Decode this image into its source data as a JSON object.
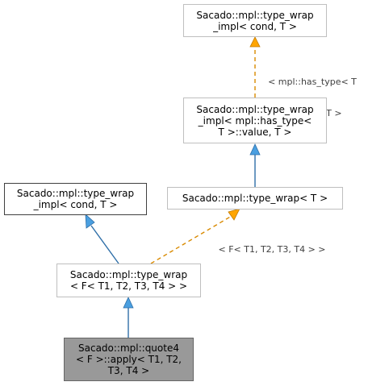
{
  "nodes": {
    "type_wrap_impl_top": [
      "Sacado::mpl::type_wrap",
      "_impl< cond, T >"
    ],
    "type_wrap_impl_hastype": [
      "Sacado::mpl::type_wrap",
      "_impl< mpl::has_type<",
      "T >::value, T >"
    ],
    "type_wrap_impl_left": [
      "Sacado::mpl::type_wrap",
      "_impl< cond, T >"
    ],
    "type_wrap_T": [
      "Sacado::mpl::type_wrap< T >"
    ],
    "type_wrap_F": [
      "Sacado::mpl::type_wrap",
      "< F< T1, T2, T3, T4 > >"
    ],
    "quote4_apply": [
      "Sacado::mpl::quote4",
      "< F >::apply< T1, T2,",
      "T3, T4 >"
    ]
  },
  "edge_labels": {
    "hastype_template": [
      "< mpl::has_type< T",
      ">::value, T >"
    ],
    "F_template": "< F< T1, T2, T3, T4 > >"
  },
  "colors": {
    "inheritance": "#4a8cc7",
    "template": "#e08a00",
    "current_node_fill": "#999999"
  }
}
